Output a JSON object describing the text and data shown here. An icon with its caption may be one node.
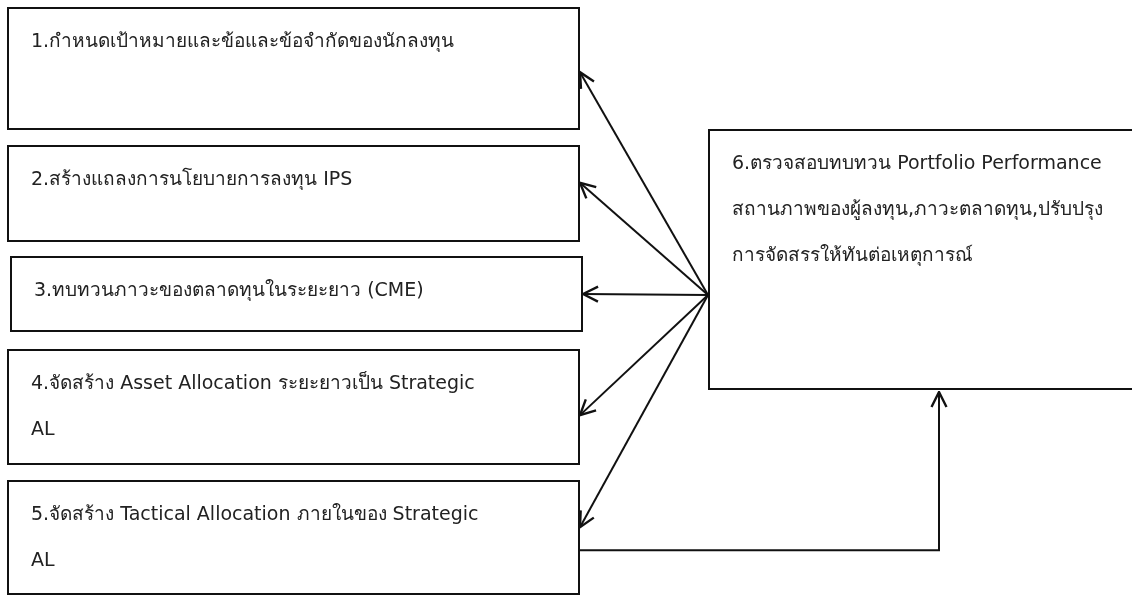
{
  "diagram": {
    "nodes": [
      {
        "text": [
          "1.กำหนดเป้าหมายและข้อและข้อจำกัดของนักลงทุน"
        ]
      },
      {
        "text": [
          "2.สร้างแถลงการนโยบายการลงทุน IPS"
        ]
      },
      {
        "text": [
          "3.ทบทวนภาวะของตลาดทุนในระยะยาว (CME)"
        ]
      },
      {
        "text": [
          "4.จัดสร้าง Asset Allocation ระยะยาวเป็น Strategic AL"
        ]
      },
      {
        "text": [
          "5.จัดสร้าง Tactical Allocation ภายในของ Strategic AL"
        ]
      },
      {
        "text": [
          "6.ตรวจสอบทบทวน Portfolio Performance สถานภาพของผู้ลงทุน,ภาวะตลาดทุน,ปรับปรุงการจัดสรรให้ทันต่อเหตุการณ์"
        ]
      }
    ],
    "edges": [
      {
        "from": 5,
        "to": 0,
        "arrow": "to"
      },
      {
        "from": 5,
        "to": 1,
        "arrow": "to"
      },
      {
        "from": 5,
        "to": 2,
        "arrow": "to"
      },
      {
        "from": 5,
        "to": 3,
        "arrow": "to"
      },
      {
        "from": 5,
        "to": 4,
        "arrow": "to"
      },
      {
        "from": 4,
        "to": 5,
        "arrow": "to"
      }
    ]
  }
}
